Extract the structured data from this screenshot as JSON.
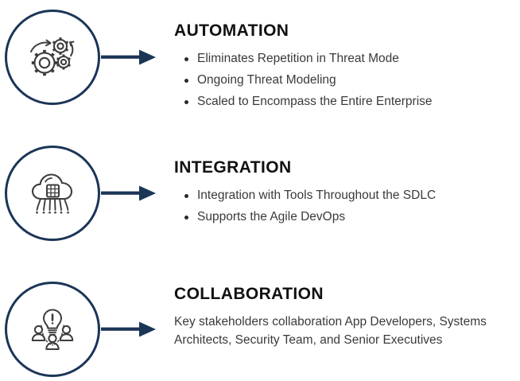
{
  "colors": {
    "accent_navy": "#1b3557",
    "heading_text": "#111111",
    "body_text": "#3a3a3a",
    "background": "#ffffff",
    "icon_line": "#3d3d3d"
  },
  "sections": [
    {
      "heading": "AUTOMATION",
      "icon": "gears-icon",
      "arrow": "arrow-right-icon",
      "body_type": "bullets",
      "bullets": [
        "Eliminates Repetition in Threat Mode",
        "Ongoing Threat Modeling",
        "Scaled to Encompass the Entire Enterprise"
      ],
      "paragraph": ""
    },
    {
      "heading": "INTEGRATION",
      "icon": "cloud-chip-icon",
      "arrow": "arrow-right-icon",
      "body_type": "bullets",
      "bullets": [
        "Integration with Tools Throughout the SDLC",
        "Supports the Agile DevOps"
      ],
      "paragraph": ""
    },
    {
      "heading": "COLLABORATION",
      "icon": "people-lightbulb-icon",
      "arrow": "arrow-right-icon",
      "body_type": "paragraph",
      "bullets": [],
      "paragraph": "Key stakeholders collaboration App Developers, Systems Architects, Security Team, and Senior Executives"
    }
  ]
}
